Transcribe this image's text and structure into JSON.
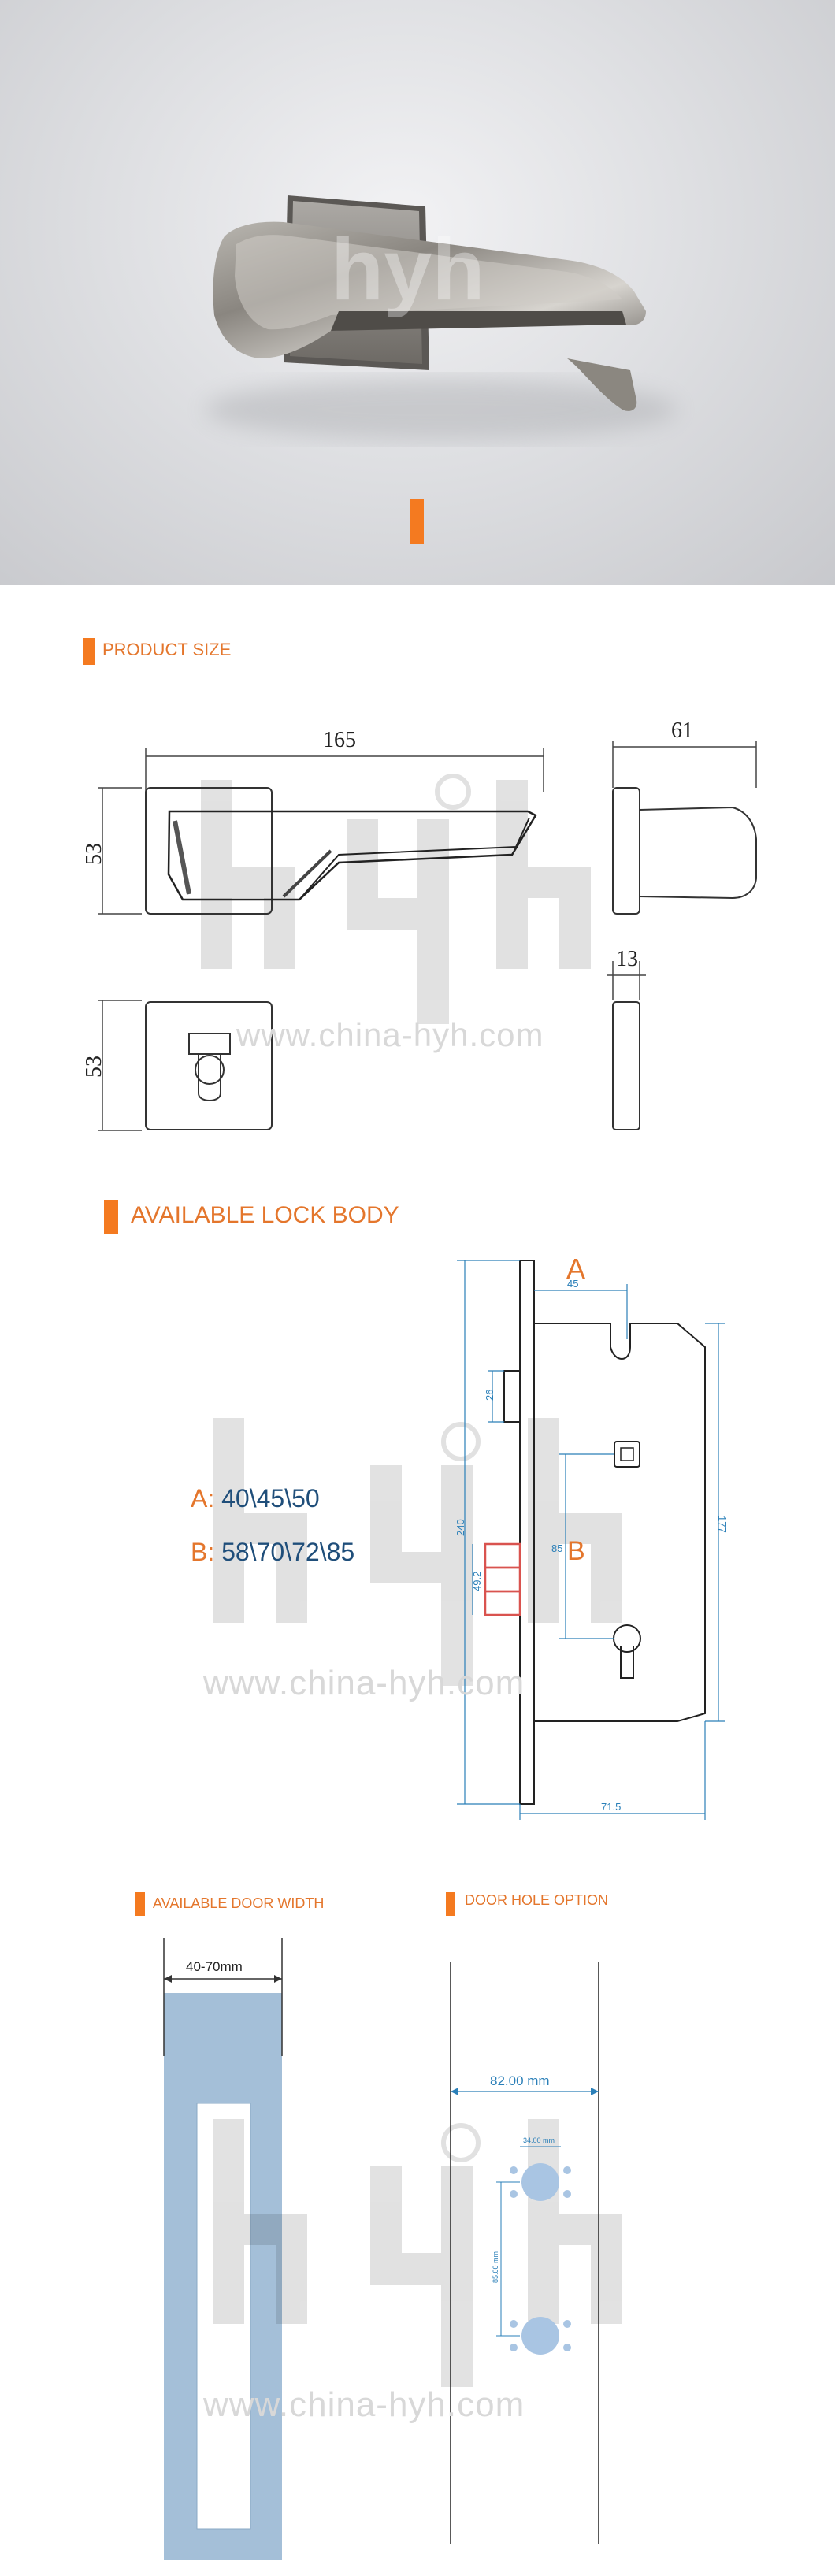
{
  "hero": {
    "brand_logo": "hyh",
    "colors": {
      "accent": "#f47a20"
    }
  },
  "product_size": {
    "title": "PRODUCT SIZE",
    "dims": {
      "length": "165",
      "depth": "61",
      "height_top": "53",
      "height_bottom": "53",
      "rose_thickness": "13"
    },
    "watermark": "www.china-hyh.com"
  },
  "lock_body": {
    "title": "AVAILABLE LOCK BODY",
    "label_a": "A",
    "label_b": "B",
    "spec_a_key": "A:",
    "spec_a_values": "40\\45\\50",
    "spec_b_key": "B:",
    "spec_b_values": "58\\70\\72\\85",
    "dims": {
      "backset": "45",
      "bolt": "26",
      "height": "240",
      "spacing": "49.2",
      "center": "85",
      "faceplate": "177",
      "width": "71.5"
    },
    "watermark": "www.china-hyh.com"
  },
  "door_width": {
    "title": "AVAILABLE DOOR WIDTH",
    "range": "40-70mm"
  },
  "door_hole": {
    "title": "DOOR HOLE OPTION",
    "width": "82.00 mm",
    "hole_dia": "34.00 mm",
    "spacing": "85.00 mm",
    "watermark": "www.china-hyh.com"
  }
}
